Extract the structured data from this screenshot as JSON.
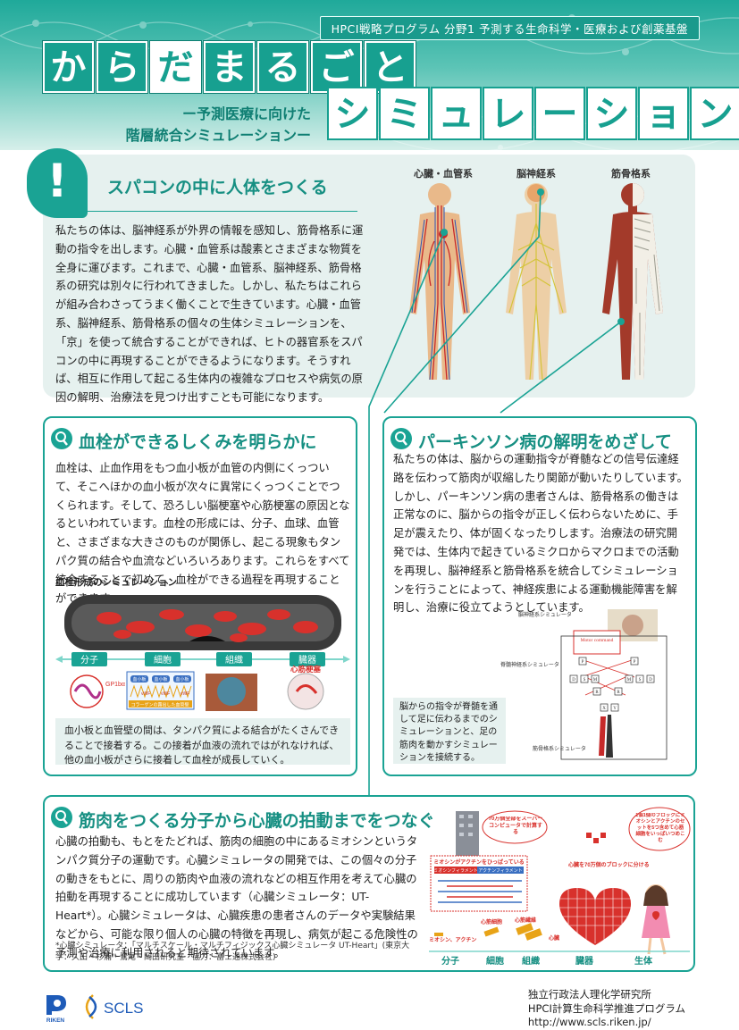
{
  "header": {
    "program_label": "HPCI戦略プログラム 分野1 予測する生命科学・医療および創薬基盤",
    "title_line1": [
      "か",
      "ら",
      "だ",
      "ま",
      "る",
      "ご",
      "と"
    ],
    "title_line2": [
      "シ",
      "ミ",
      "ュ",
      "レ",
      "ー",
      "シ",
      "ョ",
      "ン"
    ],
    "subtitle_line1": "ー予測医療に向けた",
    "subtitle_line2": "階層統合シミュレーションー"
  },
  "intro": {
    "heading": "スパコンの中に人体をつくる",
    "body": "私たちの体は、脳神経系が外界の情報を感知し、筋骨格系に運動の指令を出します。心臓・血管系は酸素とさまざまな物質を全身に運びます。これまで、心臓・血管系、脳神経系、筋骨格系の研究は別々に行われてきました。しかし、私たちはこれらが組み合わさってうまく働くことで生きています。心臓・血管系、脳神経系、筋骨格系の個々の生体シミュレーションを、「京」を使って統合することができれば、ヒトの器官系をスパコンの中に再現することができるようになります。そうすれば、相互に作用して起こる生体内の複雑なプロセスや病気の原因の解明、治療法を見つけ出すことも可能になります。",
    "body_labels": [
      "心臓・血管系",
      "脳神経系",
      "筋骨格系"
    ]
  },
  "thrombus": {
    "title": "血栓ができるしくみを明らかに",
    "body": "血栓は、止血作用をもつ血小板が血管の内側にくっついて、そこへほかの血小板が次々に異常にくっつくことでつくられます。そして、恐ろしい脳梗塞や心筋梗塞の原因となるといわれています。血栓の形成には、分子、血球、血管と、さまざまな大きさのものが関係し、起こる現象もタンパク質の結合や血流などいろいろあります。これらをすべて統合することで初めて、血栓ができる過程を再現することができます。",
    "figure_caption": "血栓形成のシミュレーション",
    "scale_labels": [
      "分子",
      "細胞",
      "組織",
      "臓器"
    ],
    "fig_labels": {
      "gp": "GP1bα",
      "platelet": "血小板",
      "vwf": "vWF",
      "collagen": "コラーゲンの露出した血管壁",
      "mi": "心筋梗塞"
    },
    "note": "血小板と血管壁の間は、タンパク質による結合がたくさんできることで接着する。この接着が血液の流れではがれなければ、他の血小板がさらに接着して血栓が成長していく。"
  },
  "parkinson": {
    "title": "パーキンソン病の解明をめざして",
    "body": "私たちの体は、脳からの運動指令が脊髄などの信号伝達経路を伝わって筋肉が収縮したり関節が動いたりしています。しかし、パーキンソン病の患者さんは、筋骨格系の働きは正常なのに、脳からの指令が正しく伝わらないために、手足が震えたり、体が固くなったりします。治療法の研究開発では、生体内で起きているミクロからマクロまでの活動を再現し、脳神経系と筋骨格系を統合してシミュレーションを行うことによって、神経疾患による運動機能障害を解明し、治療に役立てようとしています。",
    "diagram_labels": {
      "brain": "脳神経系シミュレータ",
      "spinal": "脊髄神経系シミュレータ",
      "musculo": "筋骨格系シミュレータ",
      "motor": "Motor command",
      "nodes": [
        "P",
        "D",
        "S",
        "M",
        "R",
        "X",
        "Y",
        "D",
        "S",
        "M",
        "R",
        "X",
        "Y"
      ]
    },
    "note": "脳からの指令が脊髄を通して足に伝わるまでのシミュレーションと、足の筋肉を動かすシミュレーションを接続する。"
  },
  "heart": {
    "title": "筋肉をつくる分子から心臓の拍動までをつなぐ",
    "body": "心臓の拍動も、もとをたどれば、筋肉の細胞の中にあるミオシンというタンパク質分子の運動です。心臓シミュレータの開発では、この個々の分子の動きをもとに、周りの筋肉や血液の流れなどの相互作用を考えて心臓の拍動を再現することに成功しています（心臓シミュレータ：UT-Heart*）。心臓シミュレータは、心臓疾患の患者さんのデータや実験結果などから、可能な限り個人の心臓の特徴を再現し、病気が起こる危険性の予測や治療に利用されると期待されています。",
    "footnote": "*心臓シミュレータ：「マルチスケール・マルチフィジックス心臓シミュレータ UT-Heart」(東京大学：久田・杉浦・鷲尾・岡田研究室　協力：富士通株式会社)",
    "fig_labels": {
      "bubble1": "70万個全部をスーパーコンピュータで計算する",
      "bubble2": "1個1個のブロックにミオシンとアクチンのセットを5つ含めて心筋細胞をいっぱいつめこむ",
      "myosin_pull": "ミオシンがアクチンをひっぱっている",
      "myosin": "ミオシンフィラメント",
      "actin": "アクチンフィラメント",
      "split": "心臓を70万個のブロックに分ける",
      "cell": "心筋細胞",
      "fiber": "心筋繊維",
      "ma": "ミオシン、アクチン",
      "heart": "心臓"
    },
    "scale_labels": [
      "分子",
      "細胞",
      "組織",
      "臓器",
      "生体"
    ]
  },
  "footer": {
    "org_line1": "独立行政法人理化学研究所",
    "org_line2": "HPCI計算生命科学推進プログラム",
    "url": "http://www.scls.riken.jp/",
    "riken_logo_text": "RIKEN",
    "scls_logo_text": "SCLS"
  },
  "colors": {
    "accent": "#1aa394",
    "accent_dark": "#168f82",
    "panel": "#e6f1ef",
    "red": "#d8312c"
  }
}
